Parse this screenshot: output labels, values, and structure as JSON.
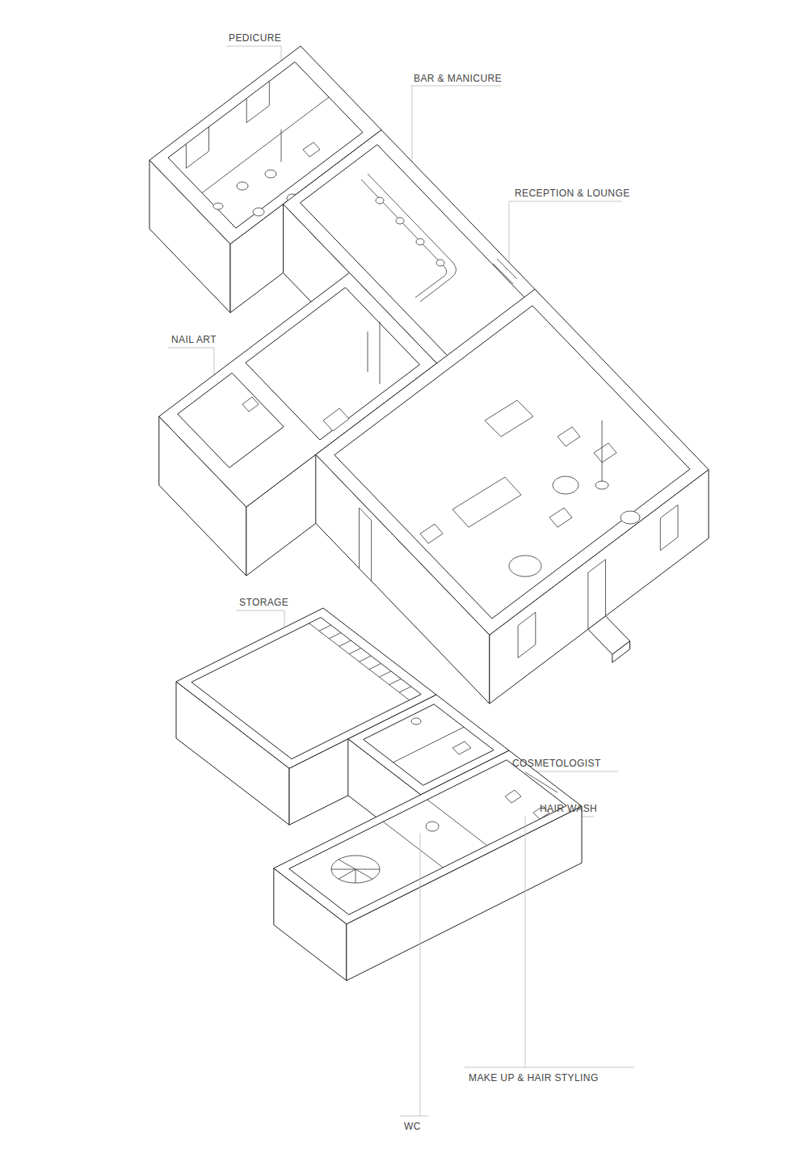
{
  "diagram": {
    "labels": [
      "PEDICURE",
      "BAR & MANICURE",
      "RECEPTION & LOUNGE",
      "NAIL ART",
      "STORAGE",
      "COSMETOLOGIST",
      "HAIR WASH",
      "MAKE UP & HAIR STYLING",
      "WC"
    ]
  }
}
